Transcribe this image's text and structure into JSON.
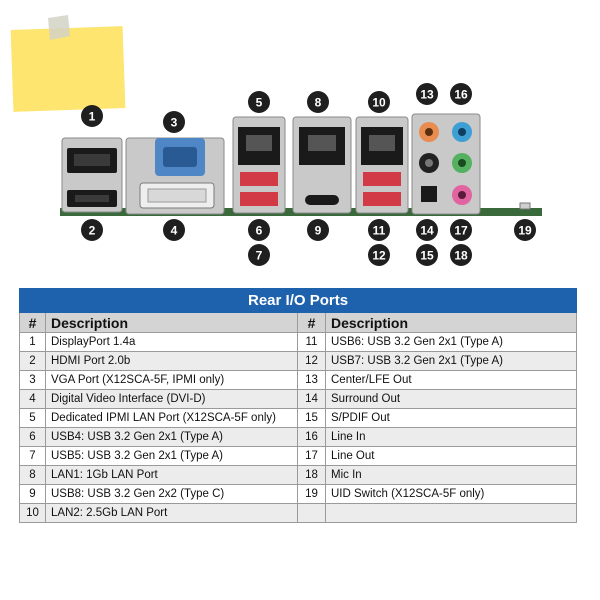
{
  "table": {
    "title": "Rear I/O Ports",
    "columns": [
      "#",
      "Description"
    ],
    "left": [
      {
        "num": "1",
        "desc": "DisplayPort 1.4a"
      },
      {
        "num": "2",
        "desc": "HDMI Port 2.0b"
      },
      {
        "num": "3",
        "desc": "VGA Port (X12SCA-5F, IPMI only)"
      },
      {
        "num": "4",
        "desc": "Digital Video Interface (DVI-D)"
      },
      {
        "num": "5",
        "desc": "Dedicated IPMI LAN Port (X12SCA-5F only)"
      },
      {
        "num": "6",
        "desc": "USB4: USB 3.2 Gen 2x1 (Type A)"
      },
      {
        "num": "7",
        "desc": "USB5: USB 3.2 Gen 2x1 (Type A)"
      },
      {
        "num": "8",
        "desc": "LAN1: 1Gb LAN Port"
      },
      {
        "num": "9",
        "desc": "USB8: USB 3.2 Gen 2x2 (Type C)"
      },
      {
        "num": "10",
        "desc": "LAN2: 2.5Gb LAN Port"
      }
    ],
    "right": [
      {
        "num": "11",
        "desc": "USB6: USB 3.2 Gen 2x1 (Type A)"
      },
      {
        "num": "12",
        "desc": "USB7: USB 3.2 Gen 2x1 (Type A)"
      },
      {
        "num": "13",
        "desc": "Center/LFE Out"
      },
      {
        "num": "14",
        "desc": "Surround Out"
      },
      {
        "num": "15",
        "desc": "S/PDIF Out"
      },
      {
        "num": "16",
        "desc": "Line In"
      },
      {
        "num": "17",
        "desc": "Line Out"
      },
      {
        "num": "18",
        "desc": "Mic In"
      },
      {
        "num": "19",
        "desc": "UID Switch (X12SCA-5F only)"
      },
      {
        "num": "",
        "desc": ""
      }
    ]
  },
  "callouts": [
    "1",
    "2",
    "3",
    "4",
    "5",
    "6",
    "7",
    "8",
    "9",
    "10",
    "11",
    "12",
    "13",
    "14",
    "15",
    "16",
    "17",
    "18",
    "19"
  ],
  "colors": {
    "accent_blue": "#1e62ad",
    "header_gray": "#d4d4d4",
    "sticky_note": "#fde56f",
    "usb_red": "#d23a45",
    "vga_blue": "#4f86c6",
    "pcb_green": "#3a6a3c",
    "audio_orange": "#e88c50",
    "audio_blue": "#3d9fd4",
    "audio_black": "#222222",
    "audio_green": "#55b160",
    "audio_pink": "#e163a0"
  }
}
